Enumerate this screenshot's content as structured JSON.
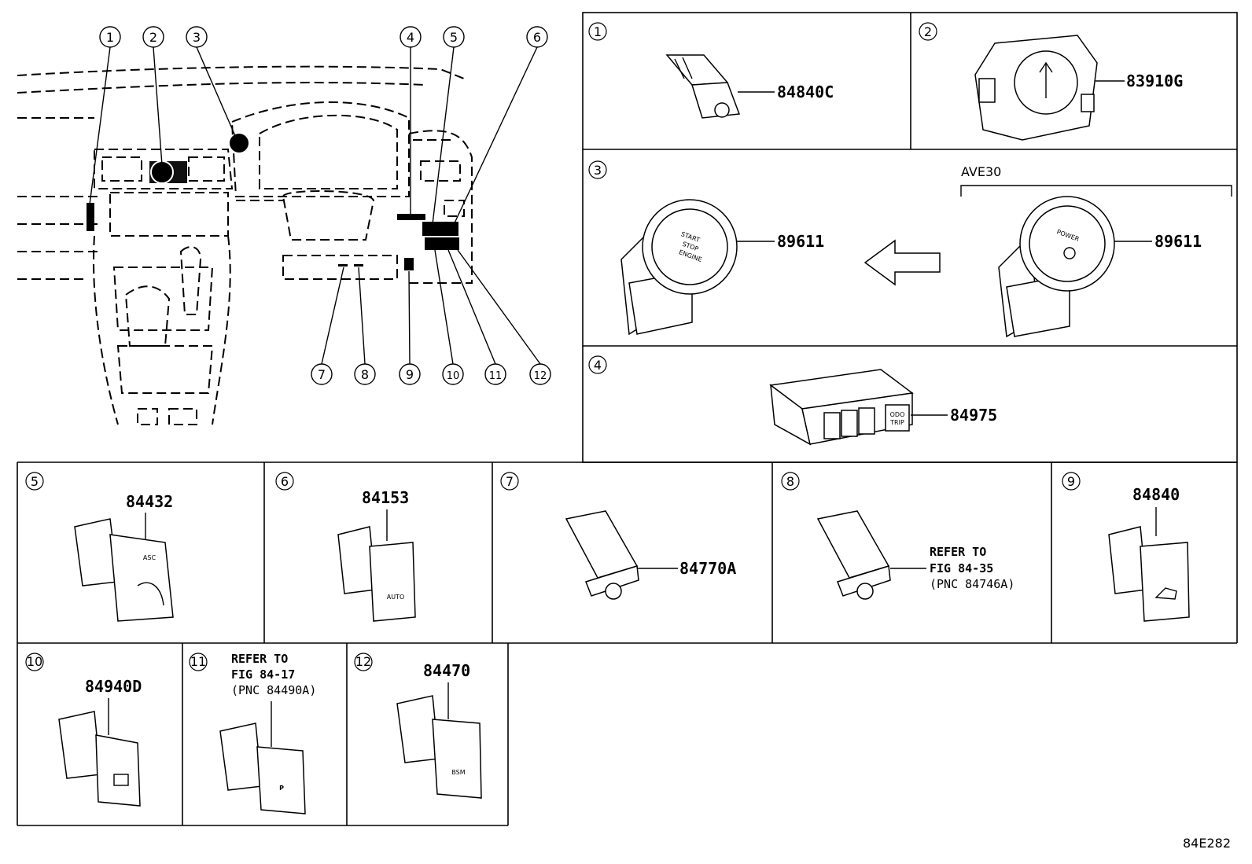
{
  "overview": {
    "callouts": [
      "1",
      "2",
      "3",
      "4",
      "5",
      "6",
      "7",
      "8",
      "9",
      "10",
      "11",
      "12"
    ]
  },
  "cells": {
    "c1": {
      "num": "1",
      "part": "84840C"
    },
    "c2": {
      "num": "2",
      "part": "83910G"
    },
    "c3": {
      "num": "3",
      "part_left": "89611",
      "part_right": "89611",
      "variant": "AVE30",
      "left_button": [
        "START",
        "STOP",
        "ENGINE"
      ],
      "right_button": "POWER"
    },
    "c4": {
      "num": "4",
      "part": "84975",
      "button_label": [
        "ODO",
        "TRIP"
      ]
    },
    "c5": {
      "num": "5",
      "part": "84432",
      "switch_label": "ASC"
    },
    "c6": {
      "num": "6",
      "part": "84153",
      "switch_label": "AUTO"
    },
    "c7": {
      "num": "7",
      "part": "84770A"
    },
    "c8": {
      "num": "8",
      "note": [
        "REFER TO",
        "FIG 84-35",
        "(PNC 84746A)"
      ]
    },
    "c9": {
      "num": "9",
      "part": "84840"
    },
    "c10": {
      "num": "10",
      "part": "84940D"
    },
    "c11": {
      "num": "11",
      "note": [
        "REFER TO",
        "FIG 84-17",
        "(PNC 84490A)"
      ]
    },
    "c12": {
      "num": "12",
      "part": "84470",
      "switch_label": "BSM"
    }
  },
  "figure_code": "84E282"
}
